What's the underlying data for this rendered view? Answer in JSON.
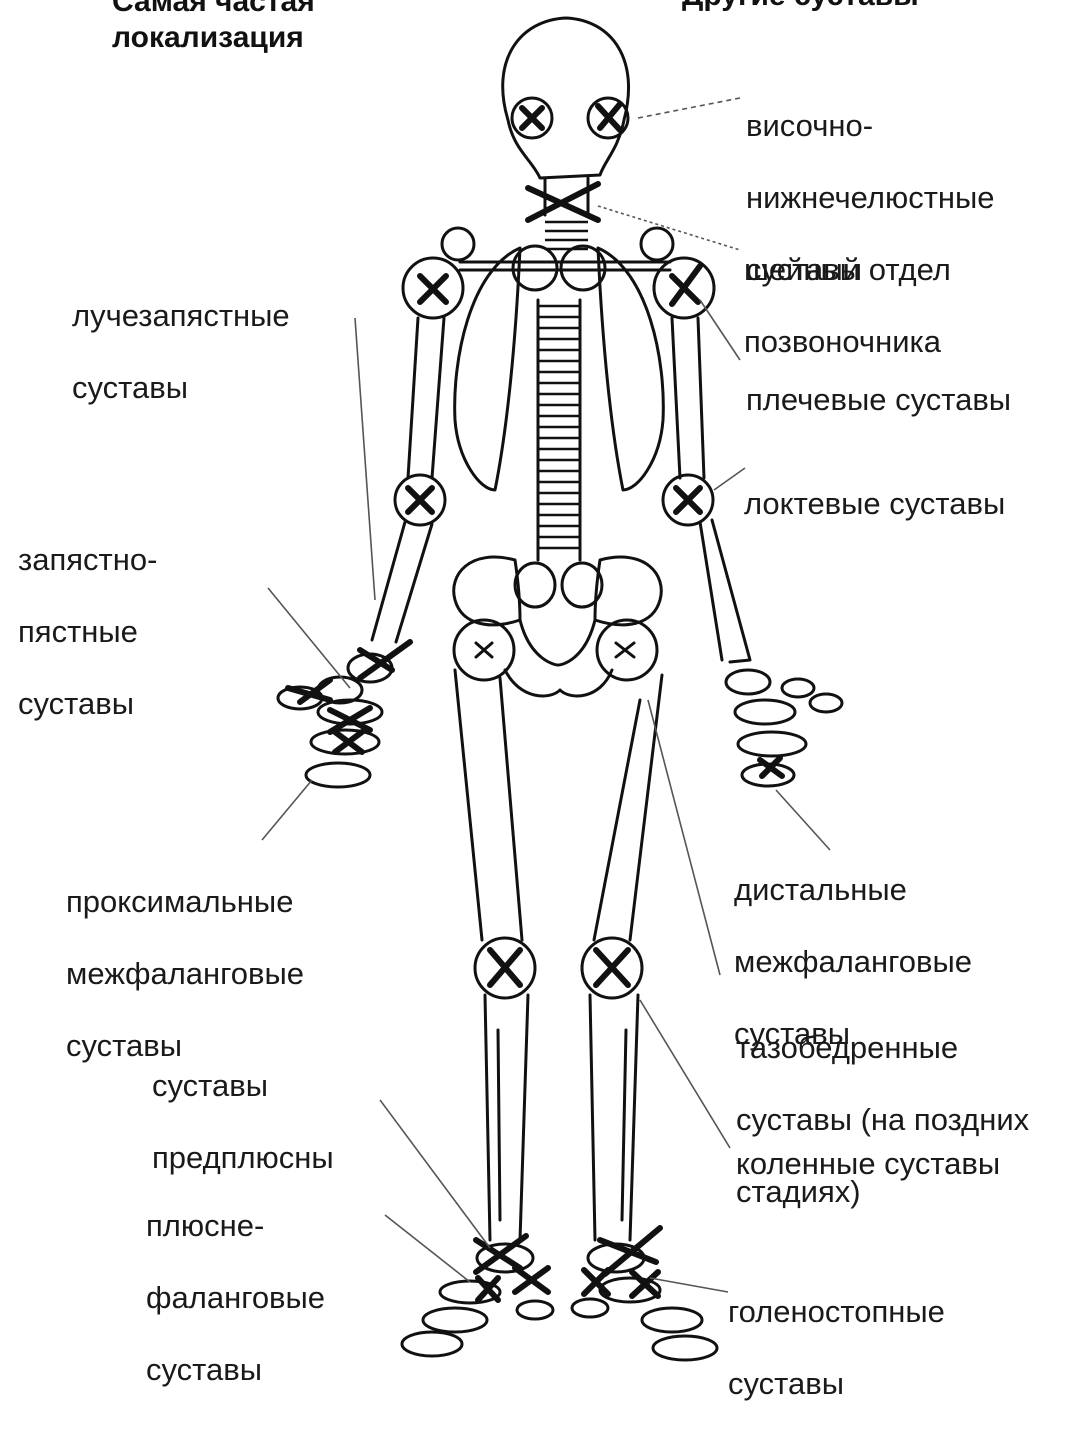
{
  "headers": {
    "left_line1": "Самая частая",
    "left_line2": "локализация",
    "right_partial": "Другие суставы"
  },
  "labels": {
    "temporomandibular": [
      "височно-",
      "нижнечелюстные",
      "суставы"
    ],
    "cervical": [
      "шейный отдел",
      "позвоночника"
    ],
    "wrist": [
      "лучезапястные",
      "суставы"
    ],
    "shoulder": [
      "плечевые суставы"
    ],
    "elbow": [
      "локтевые суставы"
    ],
    "carpometacarpal": [
      "запястно-",
      "пястные",
      "суставы"
    ],
    "proximal_ip": [
      "проксимальные",
      "межфаланговые",
      "суставы"
    ],
    "distal_ip": [
      "дистальные",
      "межфаланговые",
      "суставы"
    ],
    "hip": [
      "тазобедренные",
      "суставы (на поздних",
      "стадиях)"
    ],
    "knee": [
      "коленные суставы"
    ],
    "tarsal": [
      "суставы",
      "предплюсны"
    ],
    "mtp": [
      "плюсне-",
      "фаланговые",
      "суставы"
    ],
    "ankle": [
      "голеностопные",
      "суставы"
    ]
  }
}
